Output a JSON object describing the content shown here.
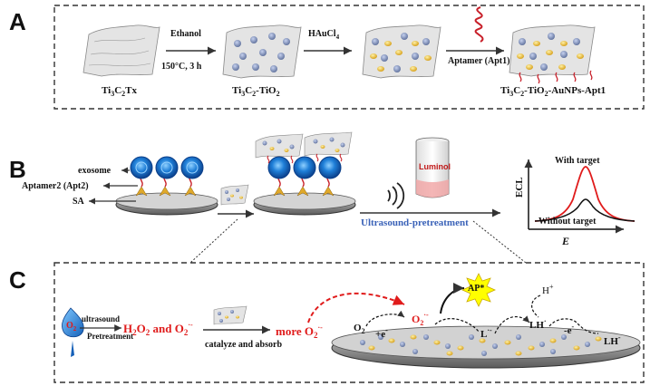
{
  "panels": {
    "a": {
      "letter": "A",
      "step1_reagent": "Ethanol",
      "step1_condition": "150°C, 3 h",
      "step2_reagent": "HAuCl",
      "step2_reagent_sub": "4",
      "step3_reagent": "Aptamer (Apt1)",
      "label1": {
        "a": "Ti",
        "b": "3",
        "c": "C",
        "d": "2",
        "e": "Tx"
      },
      "label2": {
        "a": "Ti",
        "b": "3",
        "c": "C",
        "d": "2",
        "e": "-TiO",
        "f": "2"
      },
      "label3": {
        "a": "Ti",
        "b": "3",
        "c": "C",
        "d": "2",
        "e": "-TiO",
        "f": "2",
        "g": "-AuNPs-Apt1"
      }
    },
    "b": {
      "letter": "B",
      "label_exosome": "exosome",
      "label_aptamer2": "Aptamer2 (Apt2)",
      "label_sa": "SA",
      "luminol": "Luminol",
      "ultrasound_label": "Ultrasound-pretreatment",
      "plot_with": "With target",
      "plot_without": "Without target",
      "plot_ylabel": "ECL",
      "plot_xlabel": "E"
    },
    "c": {
      "letter": "C",
      "o2_drop": "O",
      "o2_drop_sub": "2",
      "ultrasound": "ultrasound",
      "pretreatment": "Pretreatment",
      "h2o2_o2": "H",
      "h2o2_sub1": "2",
      "h2o2_o": "O",
      "h2o2_sub2": "2",
      "and": " and O",
      "and_sub": "2",
      "and_sup": "·-",
      "catalyze": "catalyze and absorb",
      "more": "more O",
      "more_sub": "2",
      "more_sup": "·-",
      "ap": "AP*",
      "o2_surface": "O",
      "o2_surface_sub": "2",
      "plus_e": "+e",
      "plus_e_sup": "-",
      "o2rad": "O",
      "o2rad_sub": "2",
      "o2rad_sup": "·-",
      "l_rad": "L",
      "l_rad_sup": "·-",
      "lh_rad": "LH",
      "lh_rad_sup": "·",
      "minus_e": "-e",
      "minus_e_sup": "-",
      "h_plus": "H",
      "h_plus_sup": "+",
      "lh_minus": "LH",
      "lh_minus_sup": "-"
    }
  },
  "colors": {
    "red_text": "#e01b1b",
    "blue_text": "#3a62b8",
    "exosome_blue": "#1f7fd8",
    "gold": "#e8b93a",
    "tio2": "#7d8fb8",
    "aptamer_red": "#c8202a",
    "ap_yellow": "#ffff00"
  }
}
